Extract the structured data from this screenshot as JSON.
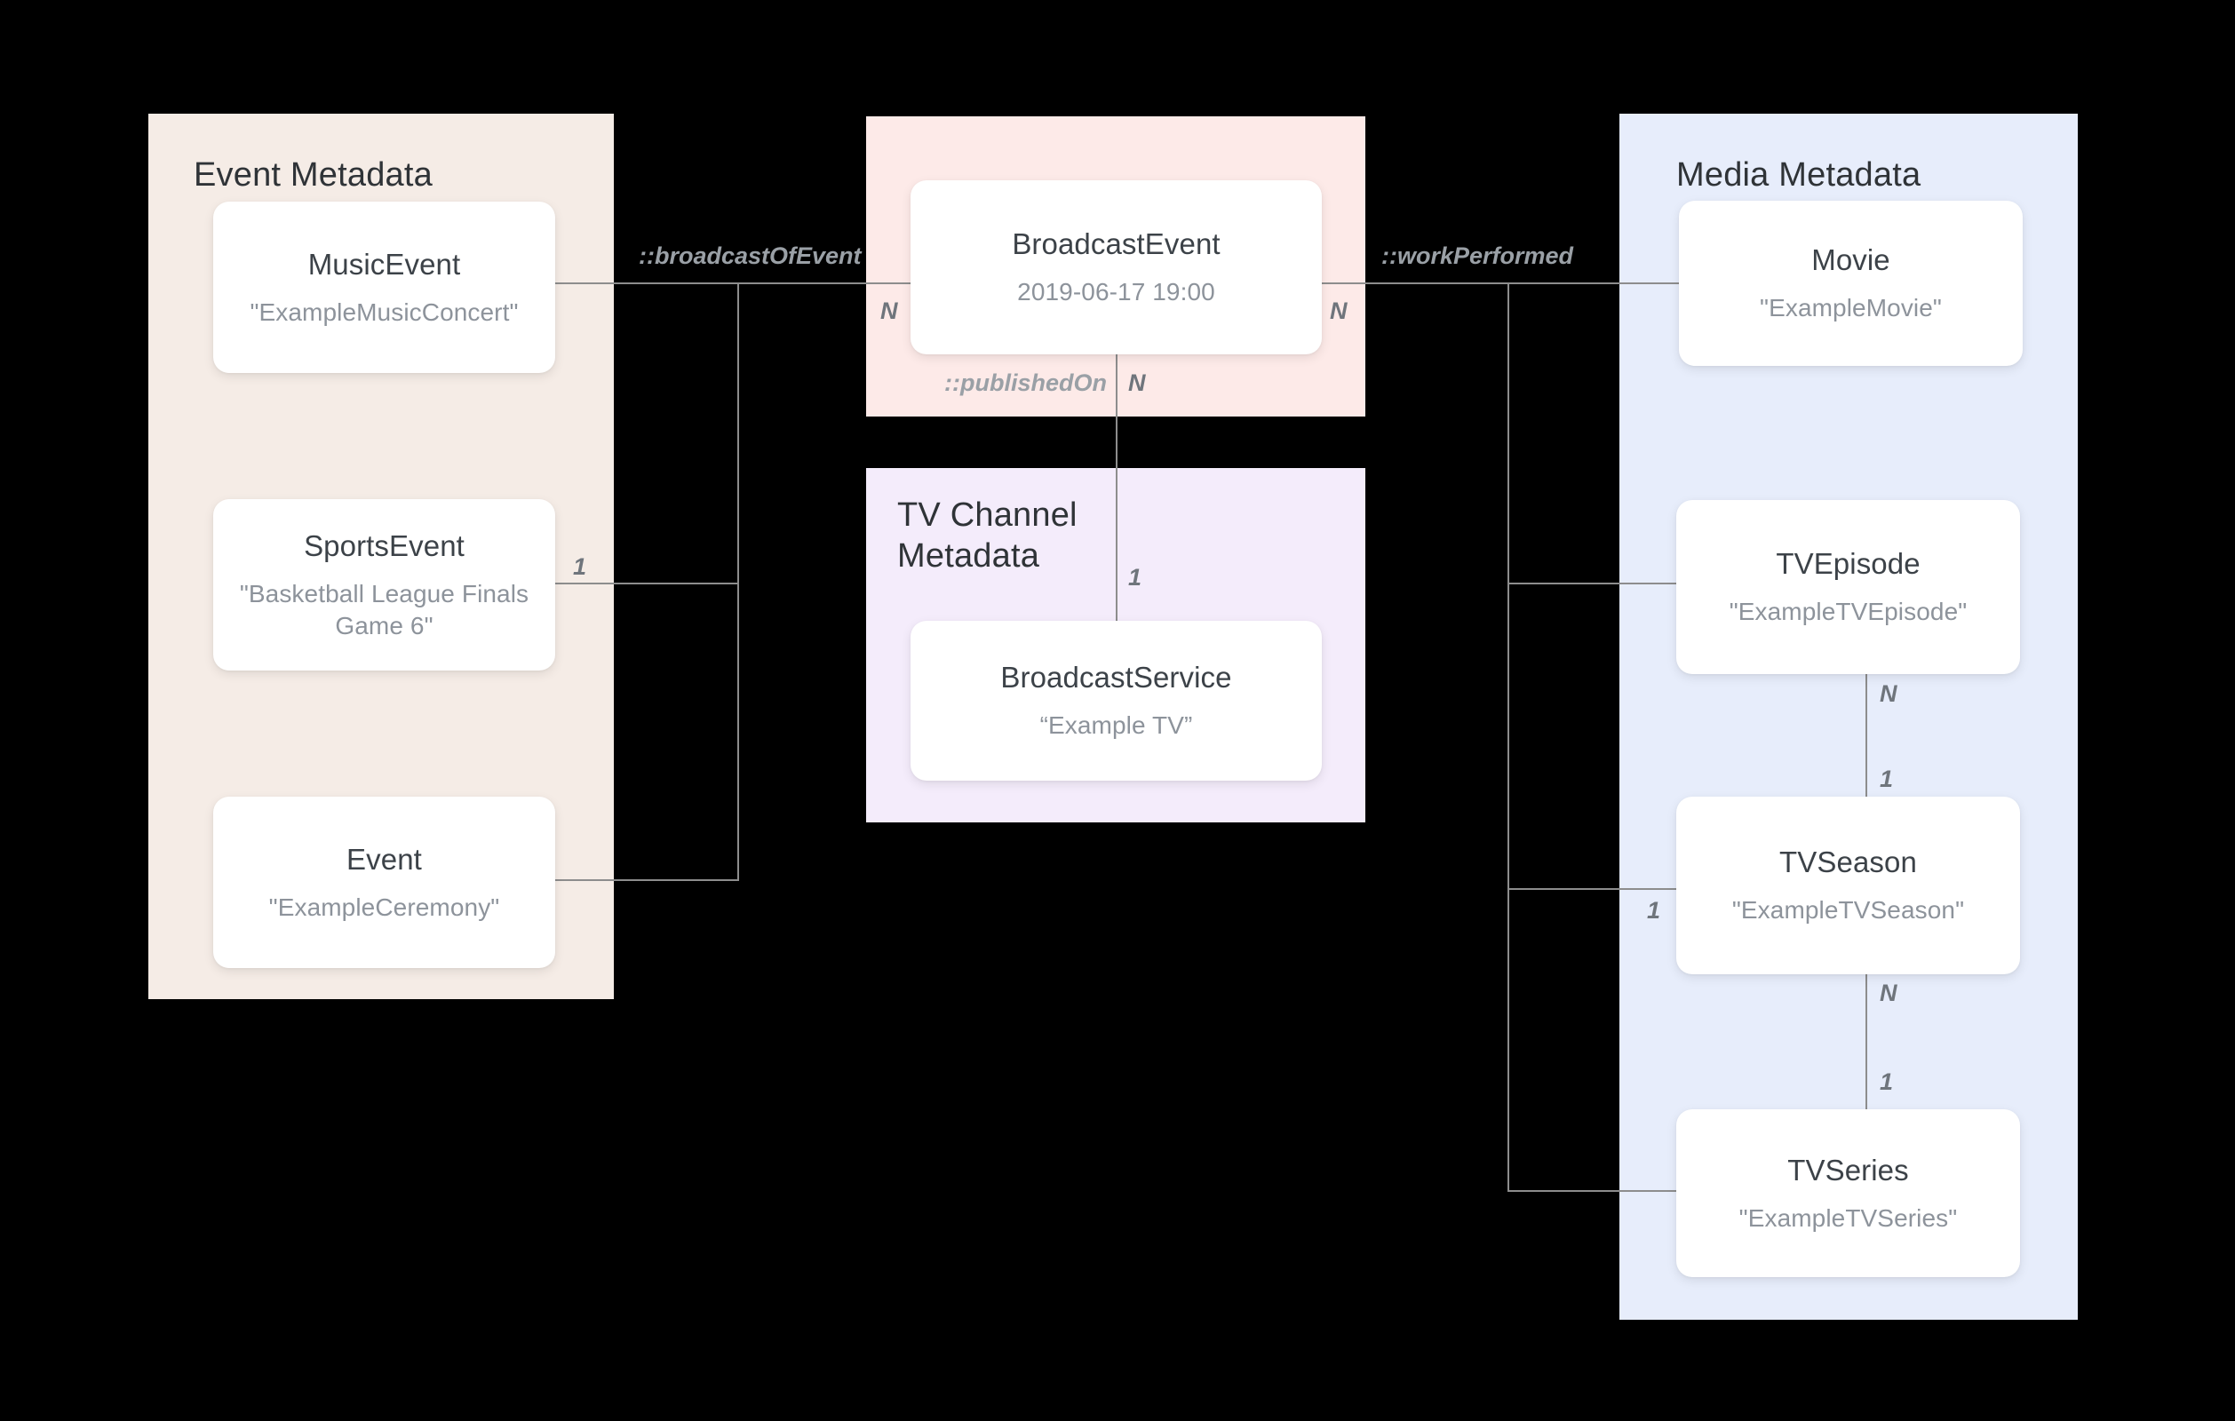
{
  "diagram": {
    "title": "Broadcast / Media metadata entity relationship diagram",
    "colors": {
      "background": "#000000",
      "event_panel": "#f5ece6",
      "broadcast_panel": "#fdeae8",
      "tv_channel_panel": "#f4ecfb",
      "media_panel": "#e7edfb",
      "card_background": "#ffffff",
      "card_title_text": "#3c4248",
      "card_subtitle_text": "#8d939b",
      "connector_line": "#8d8d8d",
      "edge_label_text": "#9aa0a6",
      "cardinality_text": "#6f757c"
    }
  },
  "groups": {
    "event_metadata": {
      "title": "Event Metadata"
    },
    "broadcast": {
      "title": ""
    },
    "tv_channel_metadata": {
      "title": "TV Channel\nMetadata"
    },
    "media_metadata": {
      "title": "Media Metadata"
    }
  },
  "entities": {
    "music_event": {
      "name": "MusicEvent",
      "value": "\"ExampleMusicConcert\""
    },
    "sports_event": {
      "name": "SportsEvent",
      "value": "\"Basketball League Finals Game 6\""
    },
    "event": {
      "name": "Event",
      "value": "\"ExampleCeremony\""
    },
    "broadcast_event": {
      "name": "BroadcastEvent",
      "value": "2019-06-17 19:00"
    },
    "broadcast_service": {
      "name": "BroadcastService",
      "value": "“Example TV”"
    },
    "movie": {
      "name": "Movie",
      "value": "\"ExampleMovie\""
    },
    "tv_episode": {
      "name": "TVEpisode",
      "value": "\"ExampleTVEpisode\""
    },
    "tv_season": {
      "name": "TVSeason",
      "value": "\"ExampleTVSeason\""
    },
    "tv_series": {
      "name": "TVSeries",
      "value": "\"ExampleTVSeries\""
    }
  },
  "relationships": {
    "broadcast_of_event": {
      "label": "::broadcastOfEvent",
      "source_cardinality": "1",
      "target_cardinality": "N"
    },
    "published_on": {
      "label": "::publishedOn",
      "source_cardinality": "N",
      "target_cardinality": "1"
    },
    "work_performed": {
      "label": "::workPerformed",
      "source_cardinality": "N",
      "target_cardinality": "1"
    },
    "episode_to_season": {
      "label": "",
      "source_cardinality": "N",
      "target_cardinality": "1"
    },
    "season_to_series": {
      "label": "",
      "source_cardinality": "N",
      "target_cardinality": "1"
    }
  },
  "cardinalities": {
    "broadcast_event_left": "N",
    "broadcast_event_right": "N",
    "broadcast_event_bottom": "N",
    "sports_event_right": "1",
    "broadcast_service_top": "1",
    "tv_episode_bottom": "N",
    "tv_season_top": "1",
    "tv_season_left": "1",
    "tv_season_bottom": "N",
    "tv_series_top": "1"
  }
}
